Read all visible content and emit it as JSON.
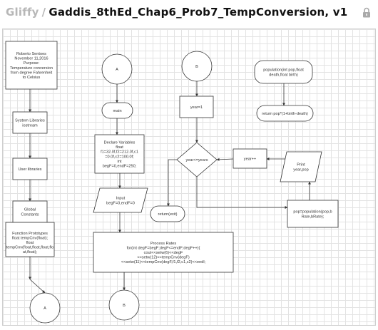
{
  "header": {
    "app_name": "Gliffy",
    "separator": "/",
    "document_title": "Gaddis_8thEd_Chap6_Prob7_TempConversion, v1"
  },
  "icons": {
    "lock": "lock-icon"
  },
  "colors": {
    "grid": "#e3e3e3",
    "shape_border": "#333333",
    "title_grey": "#b7b7b7"
  },
  "diagram": {
    "shapes": {
      "comment_box": [
        "Roberto Sentoes",
        "November 11,2016",
        "Purpose:",
        "Temperature conversion",
        "from degree Fahrenheit",
        "to Celsius"
      ],
      "system_libraries": [
        "System Libraries",
        "iostream"
      ],
      "user_libraries": [
        "User libraries"
      ],
      "global_constants": [
        "Global",
        "Constants"
      ],
      "function_prototypes": [
        "Function Prototypes",
        "float tempCnv(float);",
        "float",
        "tempCnv(float,float,float,flo",
        "at,float);"
      ],
      "connector_a_bottom": [
        "A"
      ],
      "connector_a_top": [
        "A"
      ],
      "main_terminal": [
        "main"
      ],
      "declare_variables": [
        "Declare Variables",
        "float",
        "f1=32.0f,f2=212.0f,c1",
        "=0.0f,c2=100.0f;",
        "int",
        "begF=0,endF=250;"
      ],
      "input_parallelogram": [
        "Input",
        "begF=0,endF=0"
      ],
      "process_rates": [
        "Process Rates",
        "for(int degF=begF;degF<=endF;degF++){",
        "cout<<setw(6)<<degF",
        "<<setw(12)<<tempCnv(degF)",
        "<<setw(11)<<tempCnv(degF,f1,f2,c1,c2)<<endl;"
      ],
      "connector_b_bottom": [
        "B"
      ],
      "connector_b_top": [
        "B"
      ],
      "year_init": [
        "year=1"
      ],
      "decision": [
        "year<=years"
      ],
      "return_exit": [
        "return(exit)"
      ],
      "year_increment": [
        "year++"
      ],
      "print_parallelogram": [
        "Print",
        "year,pop"
      ],
      "population_update": [
        "pop=population(pop,b",
        "Rate,bRate);"
      ],
      "population_function": [
        "population(int pop,float",
        "death,float birth)"
      ],
      "return_pop": [
        "return pop*(1+birth-death)"
      ]
    }
  }
}
